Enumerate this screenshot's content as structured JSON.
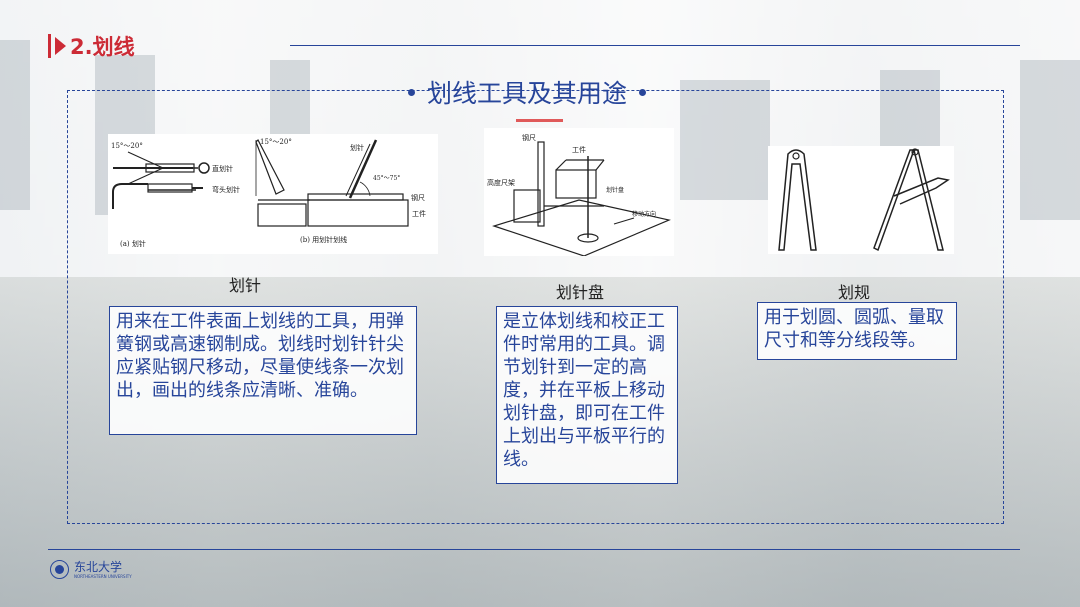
{
  "header": {
    "title": "2.划线"
  },
  "main": {
    "title": "划线工具及其用途",
    "tools": [
      {
        "caption": "划针",
        "description": "用来在工件表面上划线的工具，用弹簧钢或高速钢制成。划线时划针针尖应紧贴钢尺移动，尽量使线条一次划出，画出的线条应清晰、准确。",
        "figure_labels": {
          "angle_a": "15°～20°",
          "straight": "直划针",
          "bent": "弯头划针",
          "caption_a": "(a) 划针",
          "angle_b": "15°～20°",
          "needle": "划针",
          "angle_c": "45°～75°",
          "ruler": "钢尺",
          "workpiece": "工件",
          "caption_b": "(b) 用划针划线"
        }
      },
      {
        "caption": "划针盘",
        "description": "是立体划线和校正工件时常用的工具。调节划针到一定的高度，并在平板上移动划针盘，即可在工件上划出与平板平行的线。",
        "figure_labels": {
          "ruler": "钢尺",
          "workpiece": "工件",
          "height_ruler": "高度尺架",
          "surface_gauge": "划针盘",
          "direction": "移动方向"
        }
      },
      {
        "caption": "划规",
        "description": "用于划圆、圆弧、量取尺寸和等分线段等。"
      }
    ]
  },
  "footer": {
    "logo_cn": "东北大学",
    "logo_en": "NORTHEASTERN UNIVERSITY"
  },
  "colors": {
    "accent_red": "#cc2b36",
    "accent_blue": "#27459a"
  }
}
